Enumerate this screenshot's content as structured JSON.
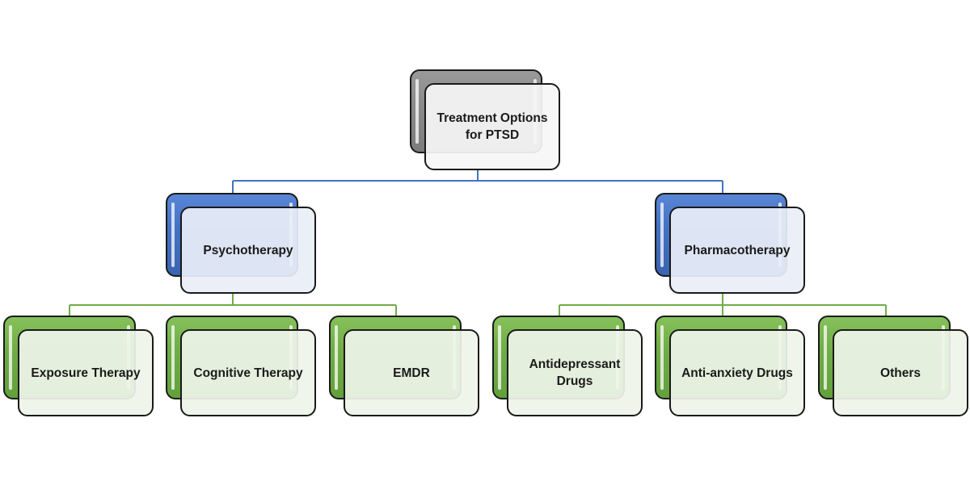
{
  "diagram": {
    "type": "hierarchy-org-chart",
    "colors": {
      "root_accent": "#8c8c8c",
      "level2_accent": "#4472c4",
      "level3_accent": "#70ad47",
      "level2_connector": "#4472c4",
      "level3_connector": "#70ad47",
      "outline": "#1a1a1a"
    },
    "root": {
      "label": "Treatment Options\nfor PTSD"
    },
    "branches": [
      {
        "label": "Psychotherapy",
        "children": [
          {
            "label": "Exposure Therapy"
          },
          {
            "label": "Cognitive Therapy"
          },
          {
            "label": "EMDR"
          }
        ]
      },
      {
        "label": "Pharmacotherapy",
        "children": [
          {
            "label": "Antidepressant\nDrugs"
          },
          {
            "label": "Anti-anxiety Drugs"
          },
          {
            "label": "Others"
          }
        ]
      }
    ]
  }
}
